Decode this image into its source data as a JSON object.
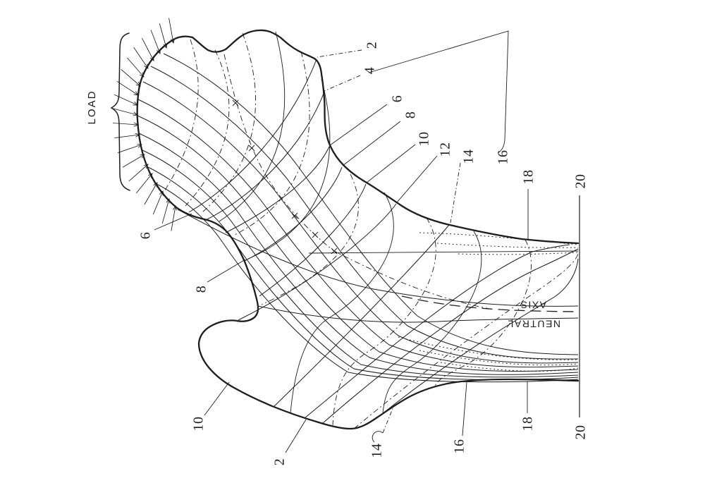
{
  "colors": {
    "ink": "#1d1d1d",
    "paper": "#ffffff"
  },
  "load_label": "LOAD",
  "neutral_axis_label": {
    "word1": "NEUTRAL",
    "word2": "AXIS"
  },
  "callouts": [
    {
      "text": "2",
      "area": "top"
    },
    {
      "text": "4",
      "area": "top"
    },
    {
      "text": "6",
      "area": "top"
    },
    {
      "text": "8",
      "area": "top"
    },
    {
      "text": "10",
      "area": "top"
    },
    {
      "text": "12",
      "area": "top"
    },
    {
      "text": "14",
      "area": "top"
    },
    {
      "text": "16",
      "area": "top"
    },
    {
      "text": "18",
      "area": "top"
    },
    {
      "text": "20",
      "area": "top"
    },
    {
      "text": "6",
      "area": "left"
    },
    {
      "text": "8",
      "area": "left"
    },
    {
      "text": "10",
      "area": "bottom"
    },
    {
      "text": "2",
      "area": "bottom"
    },
    {
      "text": "14",
      "area": "bottom"
    },
    {
      "text": "16",
      "area": "bottom"
    },
    {
      "text": "18",
      "area": "bottom"
    },
    {
      "text": "20",
      "area": "bottom"
    }
  ]
}
